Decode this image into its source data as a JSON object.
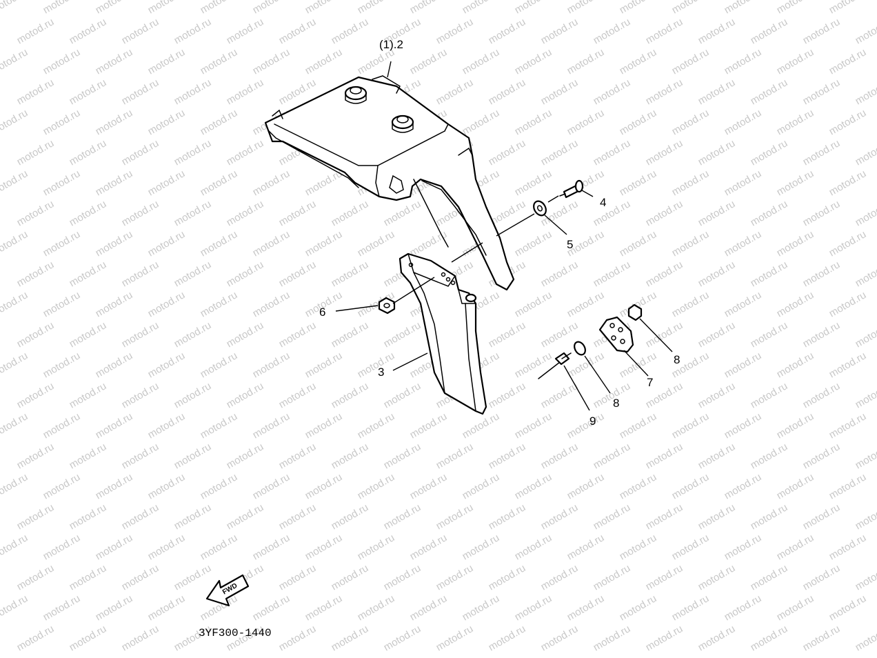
{
  "watermark": "motod.ru",
  "callouts": [
    {
      "id": "1-2",
      "text": "(1).2"
    },
    {
      "id": "3",
      "text": "3"
    },
    {
      "id": "4",
      "text": "4"
    },
    {
      "id": "5",
      "text": "5"
    },
    {
      "id": "6",
      "text": "6"
    },
    {
      "id": "7",
      "text": "7"
    },
    {
      "id": "8a",
      "text": "8"
    },
    {
      "id": "8b",
      "text": "8"
    },
    {
      "id": "9",
      "text": "9"
    }
  ],
  "fwd_label": "FWD",
  "diagram_code": "3YF300-1440"
}
